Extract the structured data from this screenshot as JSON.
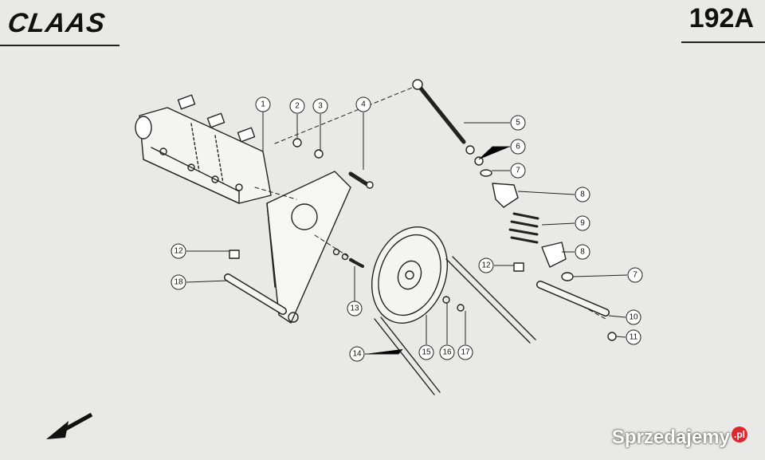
{
  "header": {
    "brand": "CLAAS",
    "page_number": "192A"
  },
  "callouts": [
    "1",
    "2",
    "3",
    "4",
    "5",
    "6",
    "7",
    "8",
    "9",
    "8",
    "7",
    "12",
    "18",
    "13",
    "12",
    "10",
    "11",
    "14",
    "15",
    "16",
    "17"
  ],
  "watermark": {
    "text": "Sprzedajemy",
    "suffix": ".pl"
  },
  "icons": {
    "arrow": "arrow-down-left-icon"
  }
}
